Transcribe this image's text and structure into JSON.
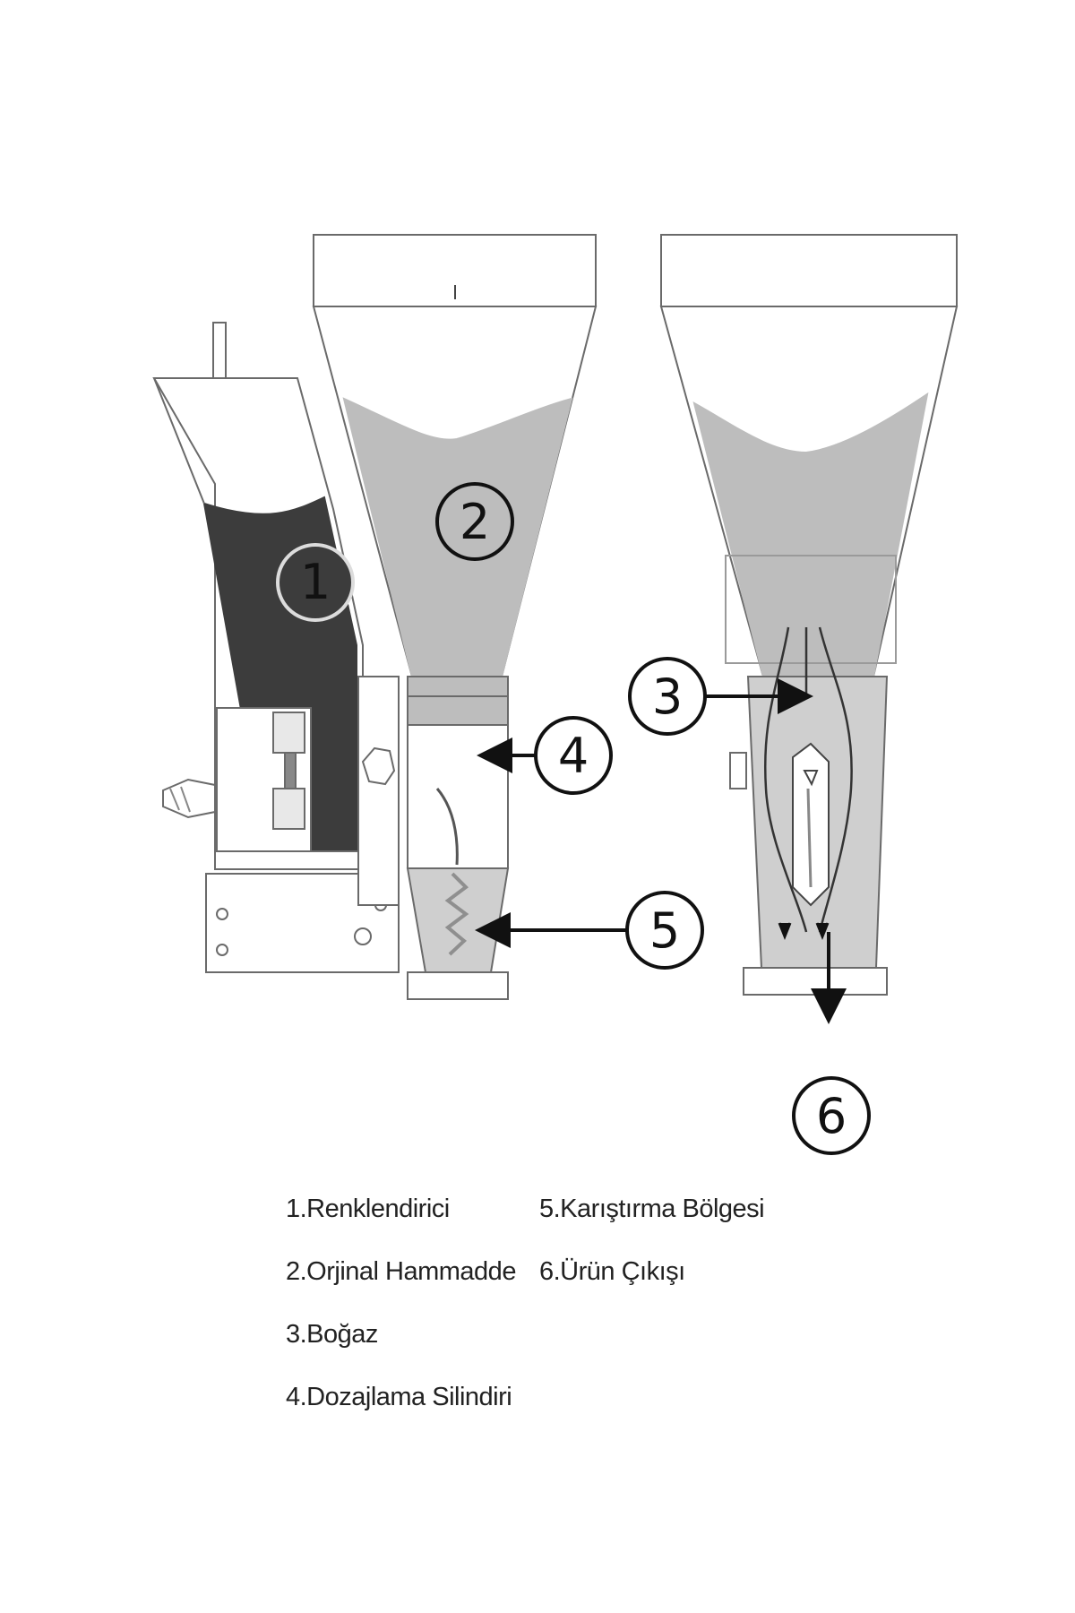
{
  "callouts": {
    "c1": "1",
    "c2": "2",
    "c3": "3",
    "c4": "4",
    "c5": "5",
    "c6": "6"
  },
  "legend": {
    "items": [
      "1.Renklendirici",
      "2.Orjinal Hammadde",
      "3.Boğaz",
      "4.Dozajlama Silindiri",
      "5.Karıştırma Bölgesi",
      "6.Ürün Çıkışı"
    ]
  },
  "colors": {
    "colorant_fill": "#3c3c3c",
    "material_fill": "#bdbdbd",
    "machine_line": "#6a6a6a",
    "callout_border": "#111111"
  }
}
